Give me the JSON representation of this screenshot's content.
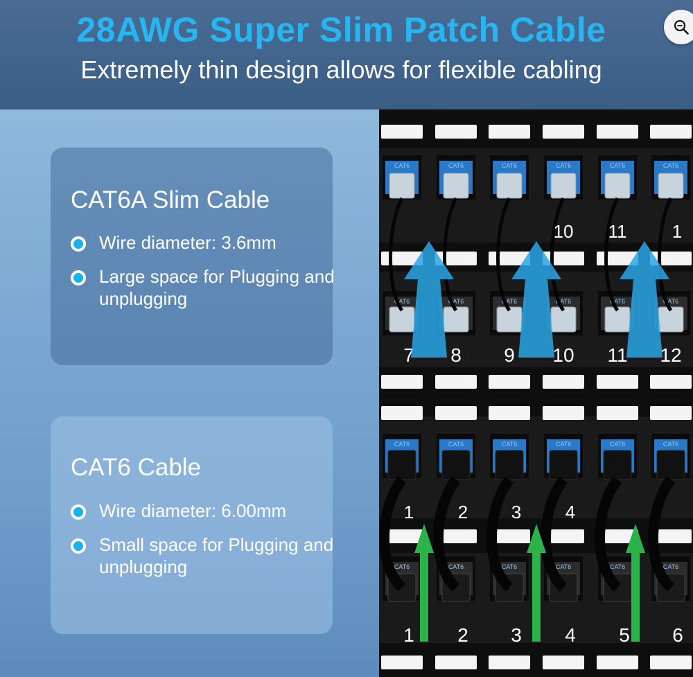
{
  "header": {
    "title": "28AWG Super Slim Patch Cable",
    "subtitle": "Extremely thin design allows for flexible cabling"
  },
  "cards": [
    {
      "title": "CAT6A Slim Cable",
      "bullets": [
        "Wire diameter: 3.6mm",
        "Large space for Plugging and unplugging"
      ]
    },
    {
      "title": "CAT6 Cable",
      "bullets": [
        "Wire diameter: 6.00mm",
        "Small space for Plugging and unplugging"
      ]
    }
  ],
  "rack": {
    "upper_top_numbers": [
      "10",
      "11",
      "1"
    ],
    "upper_bottom_numbers": [
      "7",
      "8",
      "9",
      "10",
      "11",
      "12"
    ],
    "lower_top_numbers": [
      "1",
      "2",
      "3",
      "4"
    ],
    "lower_bottom_numbers": [
      "1",
      "2",
      "3",
      "4",
      "5",
      "6"
    ],
    "jack_label": "CAT6"
  },
  "colors": {
    "title": "#27b6f2",
    "bullet_dot": "#1ab1ef",
    "arrow_blue": "#2aa6e6",
    "arrow_green": "#2bb34a",
    "jack_blue": "#2a78c8"
  },
  "icons": {
    "zoom": "zoom-in-icon"
  }
}
